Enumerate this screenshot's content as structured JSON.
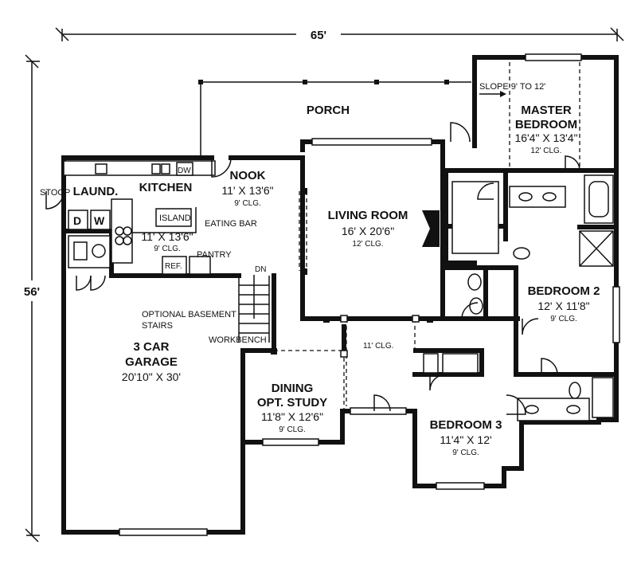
{
  "dimensions": {
    "width": "65'",
    "depth": "56'"
  },
  "labels": {
    "porch": "PORCH",
    "slope": "SLOPE 9' TO 12'",
    "stoop": "STOOP",
    "pantry": "PANTRY",
    "ref": "REF.",
    "island": "ISLAND",
    "eating_bar": "EATING BAR",
    "dn": "DN",
    "dw": "DW",
    "washer": "W",
    "dryer": "D",
    "basement_1": "OPTIONAL BASEMENT",
    "basement_2": "STAIRS",
    "workbench": "WORKBENCH",
    "hall_clg": "11' CLG."
  },
  "rooms": {
    "master": {
      "name_1": "MASTER",
      "name_2": "BEDROOM",
      "size": "16'4\" X 13'4\"",
      "clg": "12' CLG."
    },
    "nook": {
      "name": "NOOK",
      "size": "11' X 13'6\"",
      "clg": "9' CLG."
    },
    "laundry": {
      "name": "LAUND."
    },
    "kitchen": {
      "name": "KITCHEN",
      "size": "11' X 13'6\"",
      "clg": "9' CLG."
    },
    "living": {
      "name": "LIVING ROOM",
      "size": "16' X 20'6\"",
      "clg": "12' CLG."
    },
    "bedroom2": {
      "name": "BEDROOM 2",
      "size": "12' X 11'8\"",
      "clg": "9' CLG."
    },
    "garage": {
      "name_1": "3 CAR",
      "name_2": "GARAGE",
      "size": "20'10\" X 30'"
    },
    "dining": {
      "name_1": "DINING",
      "name_2": "OPT. STUDY",
      "size": "11'8\" X 12'6\"",
      "clg": "9' CLG."
    },
    "bedroom3": {
      "name": "BEDROOM 3",
      "size": "11'4\" X 12'",
      "clg": "9' CLG."
    }
  }
}
